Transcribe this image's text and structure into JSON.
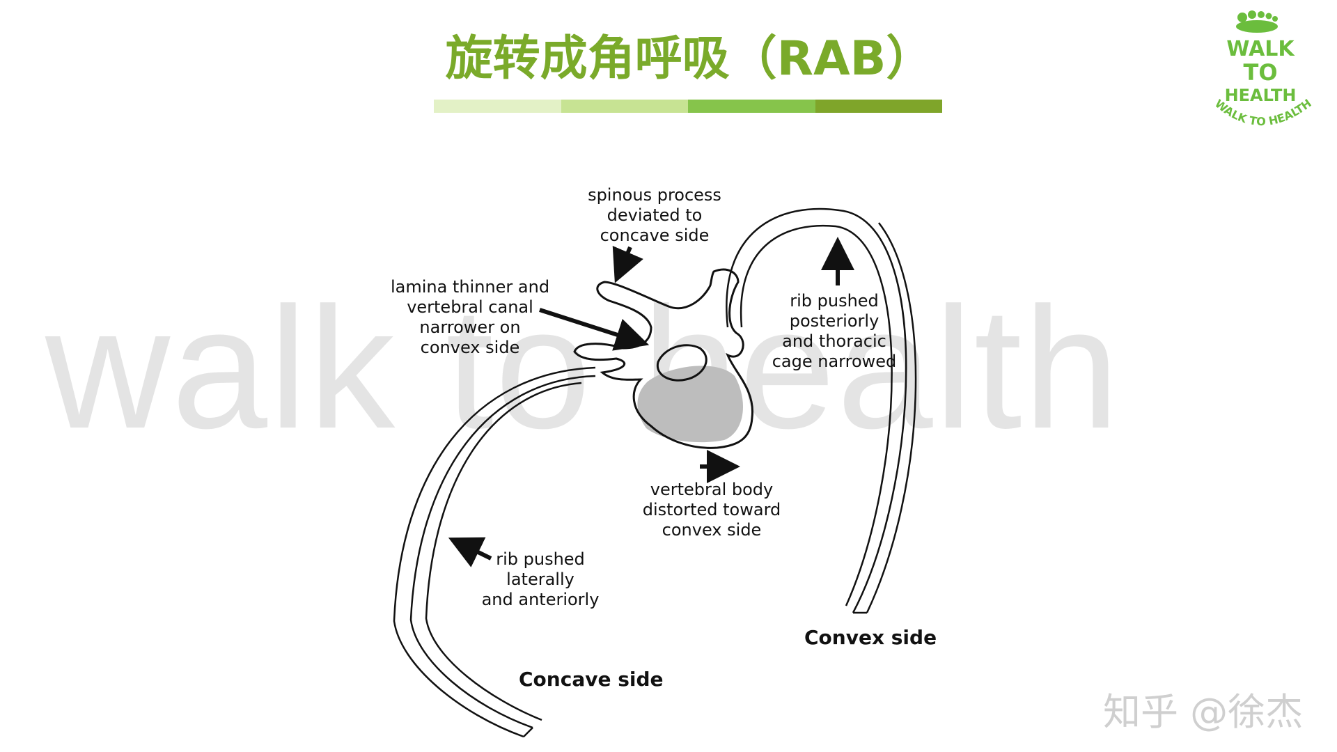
{
  "slide": {
    "title": "旋转成角呼吸（RAB）",
    "title_color": "#7aaa2a",
    "title_bar_colors": [
      "#e3f1c6",
      "#c7e393",
      "#86c44b",
      "#7fa52a"
    ]
  },
  "logo": {
    "lines": [
      "WALK",
      "TO",
      "HEALTH"
    ],
    "arc_text": "WALK TO HEALTH",
    "color": "#6bbd3d",
    "icon": "footprint-icon"
  },
  "watermark": {
    "text": "walk to health"
  },
  "credit": {
    "text": "知乎 @徐杰"
  },
  "diagram": {
    "labels": {
      "spinous": [
        "spinous process",
        "deviated to",
        "concave side"
      ],
      "lamina": [
        "lamina thinner and",
        "vertebral canal",
        "narrower on",
        "convex side"
      ],
      "rib_posterior": [
        "rib pushed",
        "posteriorly",
        "and thoracic",
        "cage narrowed"
      ],
      "vertebral_body": [
        "vertebral body",
        "distorted toward",
        "convex side"
      ],
      "rib_lateral": [
        "rib pushed",
        "laterally",
        "and anteriorly"
      ],
      "concave_side": "Concave side",
      "convex_side": "Convex side"
    }
  }
}
